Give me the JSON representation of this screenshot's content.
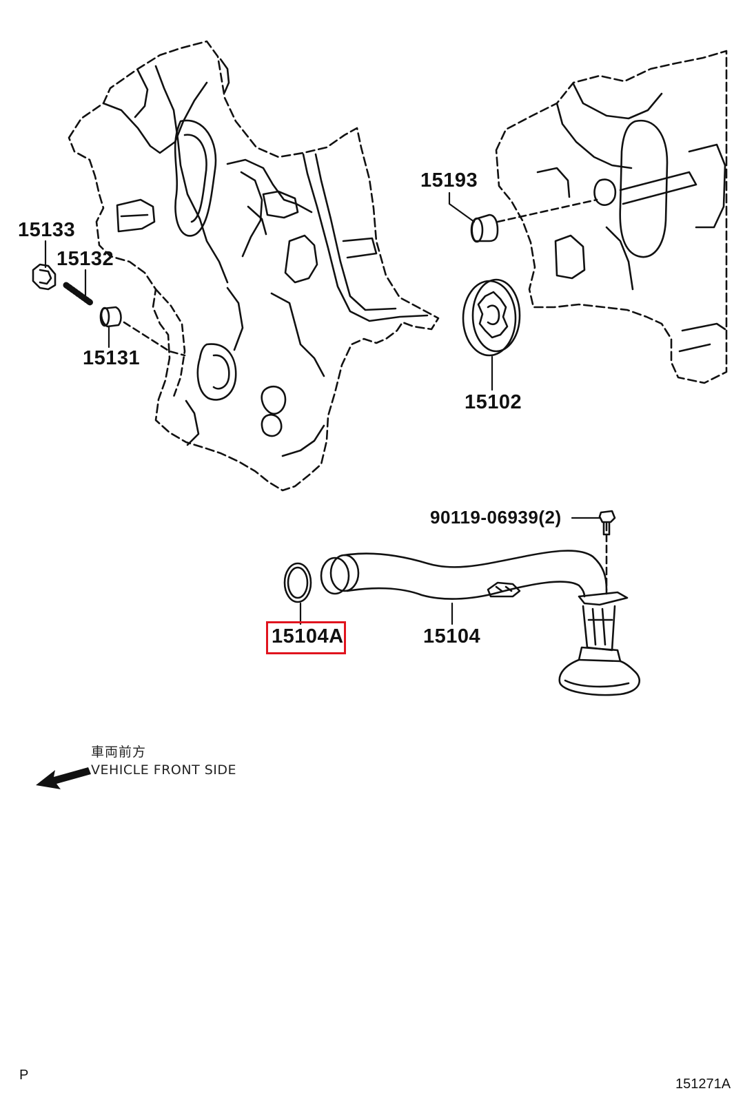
{
  "parts": {
    "p15133": "15133",
    "p15132": "15132",
    "p15131": "15131",
    "p15193": "15193",
    "p15102": "15102",
    "p90119": "90119-06939(2)",
    "p15104A": "15104A",
    "p15104": "15104"
  },
  "highlighted_part": "15104A",
  "highlight_color": "#e0141e",
  "direction": {
    "japanese": "車両前方",
    "english": "VEHICLE FRONT SIDE",
    "icon": "arrow-left-icon"
  },
  "footer": {
    "left_mark": "P",
    "figure_code": "151271A"
  }
}
